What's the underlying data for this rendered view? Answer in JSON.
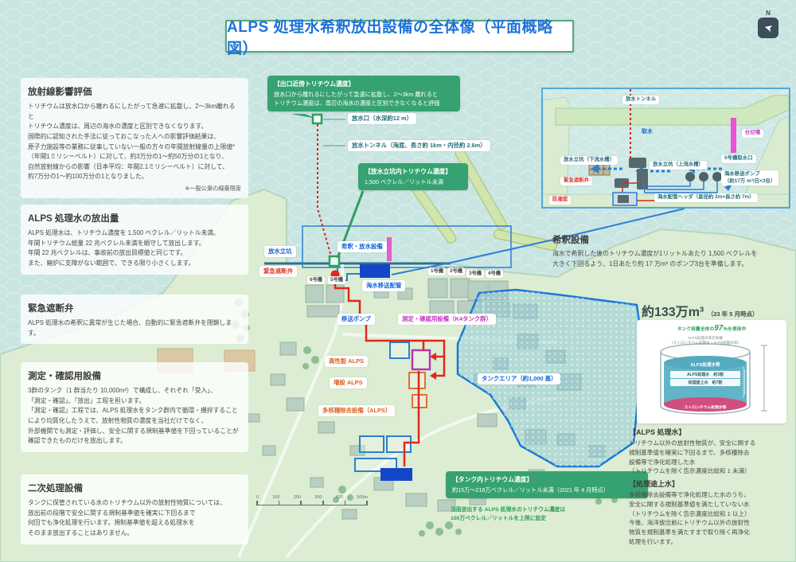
{
  "title": "ALPS 処理水希釈放出設備の全体像（平面概略図）",
  "compass": {
    "label": "N"
  },
  "left_panels": [
    {
      "heading": "放射線影響評価",
      "body": "トリチウムは放水口から離れるにしたがって急速に拡散し、2〜3km離れると\nトリチウム濃度は、周辺の海水の濃度と区別できなくなります。\n国際的に認知された手法に従っておこなった人への影響評価結果は、\n原子力施設等の業務に従事していない一般の方々の年間放射線量の上限値*\n（年間1ミリシーベルト）に対して、約3万分の1〜約50万分の1となり、\n自然放射線からの影響（日本平均：年間2.1ミリシーベルト）に対して、\n約7万分の1〜約100万分の1となりました。",
      "note": "※一般公衆の線量限度"
    },
    {
      "heading": "ALPS 処理水の放出量",
      "body": "ALPS 処理水は、トリチウム濃度を 1,500 ベクレル／リットル未満、\n年間トリチウム総量 22 兆ベクレル未満を順守して放出します。\n年間 22 兆ベクレルは、事故前の放出目標値と同じです。\nまた、廃炉に支障がない範囲で、できる限り小さくします。"
    },
    {
      "heading": "緊急遮断弁",
      "body": "ALPS 処理水の希釈に異常が生じた場合、自動的に緊急遮断弁を閉鎖します。"
    },
    {
      "heading": "測定・確認用設備",
      "body": "3群のタンク（1 群当たり 10,000m³）で構成し、それぞれ「受入」、\n「測定・確認」、「放出」工程を担います。\n「測定・確認」工程では、ALPS 処理水をタンク群内で循環・攪拌すること\nにより均質化したうえで、放射性物質の濃度を当社だけでなく、\n外部機関でも測定・評価し、安全に関する規制基準値を下回っていることが\n確認できたものだけを放出します。"
    },
    {
      "heading": "二次処理設備",
      "body": "タンクに保管されている水のトリチウム以外の放射性物質については、\n放出前の段階で安全に関する規制基準値を確実に下回るまで\n何回でも浄化処理を行います。規制基準値を超える処理水を\nそのまま放出することはありません。"
    }
  ],
  "callouts": {
    "outlet": {
      "heading": "【出口近傍トリチウム濃度】",
      "body": "放水口から離れるにしたがって急速に拡散し、2〜3km 離れると\nトリチウム濃度は、周辺の海水の濃度と区別できなくなると評価"
    },
    "shaft": {
      "heading": "【放水立坑内トリチウム濃度】",
      "body": "1,500 ベクレル／リットル未満"
    },
    "tank": {
      "heading": "【タンク内トリチウム濃度】",
      "body": "約15万〜216万ベクレル／リットル未満（2021 年 4 月時点）",
      "note": "当面放出する ALPS 処理水のトリチウム濃度は\n100万ベクレル／リットルを上限に設定"
    }
  },
  "map_labels": {
    "outlet_point": "放水口（水深約12 m）",
    "tunnel": "放水トンネル（海底、長さ約 1km・内径約 2.6m）",
    "discharge_shaft": "放水立坑",
    "emergency_valve": "緊急遮断弁",
    "dilution_facility": "希釈・放水設備",
    "seawater_pipe": "海水移送配管",
    "transfer_pump": "移送ポンプ",
    "k4_tanks": "測定・確認用設備（K4タンク群）",
    "hp_alps": "高性能 ALPS",
    "extension_alps": "増設 ALPS",
    "alps": "多核種除去設備（ALPS）",
    "tank_area": "タンクエリア（約1,000 基）",
    "unit1": "1号機",
    "unit2": "2号機",
    "unit3": "3号機",
    "unit4": "4号機",
    "unit5": "5号機",
    "unit6": "6号機"
  },
  "scale": {
    "ticks": [
      "0",
      "100",
      "200",
      "300",
      "400",
      "500m"
    ]
  },
  "inset": {
    "tunnel": "放水トンネル",
    "intake": "取水",
    "weir": "仕切堰",
    "shaft_downstream": "放水立坑（下流水槽）",
    "shaft_upstream": "放水立坑（上流水槽）",
    "unit5_intake": "5号機取水口",
    "pump": "海水移送ポンプ\n（約17万 m³/日×3台）",
    "header_pipe": "海水配管ヘッダ（直径約 2m×長さ約 7m）",
    "emergency_valve": "緊急遮断弁",
    "seawall": "防潮堤"
  },
  "right": {
    "dilution": {
      "heading": "希釈設備",
      "body": "海水で希釈した後のトリチウム濃度が1リットルあたり 1,500 ベクレルを\n大きく下回るよう、1日あたり約 17 万m³ のポンプ3台を準備します。"
    },
    "tank_volume": {
      "amount": "約133万m³",
      "suffix": "（23 年 5 月時点）"
    },
    "tank_card": {
      "usage_pre": "タンク容量全体の",
      "usage_pct": "97",
      "usage_post": "％を使用中",
      "storage_note": "ALPS処理水等を貯蔵\n（ストロンチウム処理水・ALPS処理水等）",
      "body_label": "ALPS処理水等",
      "box1": "ALPS処理水　約3割",
      "box2": "処理途上水　約7割",
      "bottom_band": "ストロンチウム処理水等"
    },
    "alps_water": {
      "heading": "【ALPS 処理水】",
      "body": "トリチウム以外の放射性物質が、安全に関する\n規制基準値を確実に下回るまで、多核種除去\n設備等で浄化処理した水\n（トリチウムを除く告示濃度比総和 1 未満）"
    },
    "in_process_water": {
      "heading": "【処理途上水】",
      "body": "多核種除去設備等で浄化処理した水のうち、\n安全に関する規制基準値を満たしていない水\n（トリチウムを除く告示濃度比総和 1 以上）\n今後、海洋放出前にトリチウム以外の放射性\n物質を規制基準を満たすまで取り除く再浄化\n処理を行います。"
    }
  },
  "colors": {
    "accent_green": "#36a271",
    "accent_blue": "#1565d8",
    "alert_red": "#e03c2d",
    "magenta": "#c435c4",
    "orange": "#e0621e",
    "title_blue": "#1e73d8"
  }
}
